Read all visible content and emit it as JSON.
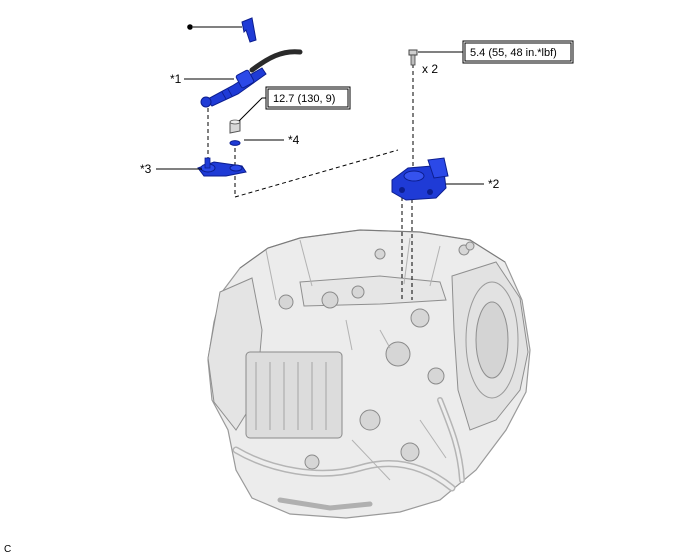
{
  "labels": {
    "part1": "*1",
    "part2": "*2",
    "part3": "*3",
    "part4": "*4"
  },
  "torque": {
    "nut": "12.7 (130, 9)",
    "bolt": "5.4 (55, 48 in.*lbf)"
  },
  "bolt_qty": "x 2",
  "corner_code": "C",
  "colors": {
    "part_blue": "#1f3bd6",
    "part_blue_dark": "#0c1e8f",
    "casting": "#ececec",
    "casting_shade": "#c9c9c9",
    "line": "#000000"
  }
}
